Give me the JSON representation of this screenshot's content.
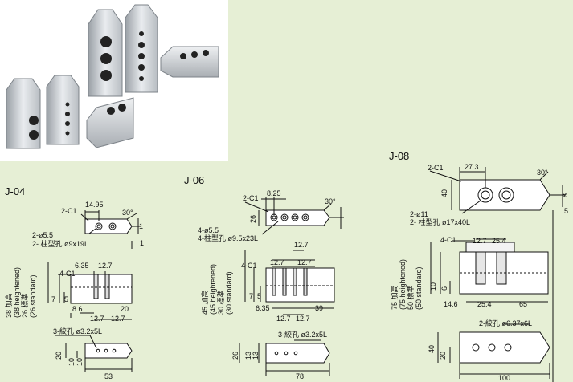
{
  "photo": {
    "alt": ""
  },
  "j04": {
    "title": "J-04",
    "top": {
      "chamfer": "2-C1",
      "dim_width": "14.95",
      "angle": "30°",
      "dim_right": "1",
      "dim_bottom": "1",
      "bolt_hole": "2-ø5.5",
      "cbore": "2- 柱型孔  ø9x19L"
    },
    "side": {
      "height_label_1": "38 加高",
      "height_label_2": "(38 heightened)",
      "height_label_3": "26 標準",
      "height_label_4": "(26 standard)",
      "chamfer": "4-C1",
      "d_6_35": "6.35",
      "d_12_7": "12.7",
      "d_7": "7",
      "d_5": "5",
      "d_8_6": "8.6",
      "d_20": "20",
      "d_12_7b": "12.7",
      "d_12_7c": "12.7"
    },
    "bottom": {
      "ream": "3-絞孔  ø3.2x5L",
      "d_20": "20",
      "d_10a": "10",
      "d_10b": "10",
      "d_53": "53"
    }
  },
  "j06": {
    "title": "J-06",
    "top": {
      "chamfer": "2-C1",
      "dim_width": "8.25",
      "angle": "30°",
      "dim_26": "26",
      "bolt_hole": "4-ø5.5",
      "cbore": "4-柱型孔  ø9.5x23L"
    },
    "side": {
      "height_label_1": "45 加高",
      "height_label_2": "(45 heightened)",
      "height_label_3": "30 標準",
      "height_label_4": "(30 standard)",
      "chamfer": "4-C1",
      "d_12_7a": "12.7",
      "d_12_7b": "12.7",
      "d_12_7c": "12.7",
      "d_7": "7",
      "d_5": "5",
      "d_6_35": "6.35",
      "d_39": "39",
      "d_12_7d": "12.7",
      "d_12_7e": "12.7"
    },
    "bottom": {
      "ream": "3-絞孔  ø3.2x5L",
      "d_26": "26",
      "d_13": "13",
      "d_13b": "13",
      "d_78": "78"
    }
  },
  "j08": {
    "title": "J-08",
    "top": {
      "chamfer": "2-C1",
      "dim_27_3": "27.3",
      "angle": "30°",
      "dim_40": "40",
      "dim_8": "8",
      "dim_5": "5",
      "bolt_hole": "2-ø11",
      "cbore": "2- 柱型孔  ø17x40L"
    },
    "side": {
      "height_label_1": "75 加高",
      "height_label_2": "(75 heightened)",
      "height_label_3": "50 標準",
      "height_label_4": "(50 standard)",
      "chamfer": "4-C1",
      "d_12_7": "12.7",
      "d_25_4": "25.4",
      "d_10": "10",
      "d_6": "6",
      "d_14_6": "14.6",
      "d_25_4b": "25.4",
      "d_65": "65"
    },
    "bottom": {
      "ream": "2-絞孔  ø6.37x6L",
      "d_40": "40",
      "d_20": "20",
      "d_100": "100"
    }
  }
}
